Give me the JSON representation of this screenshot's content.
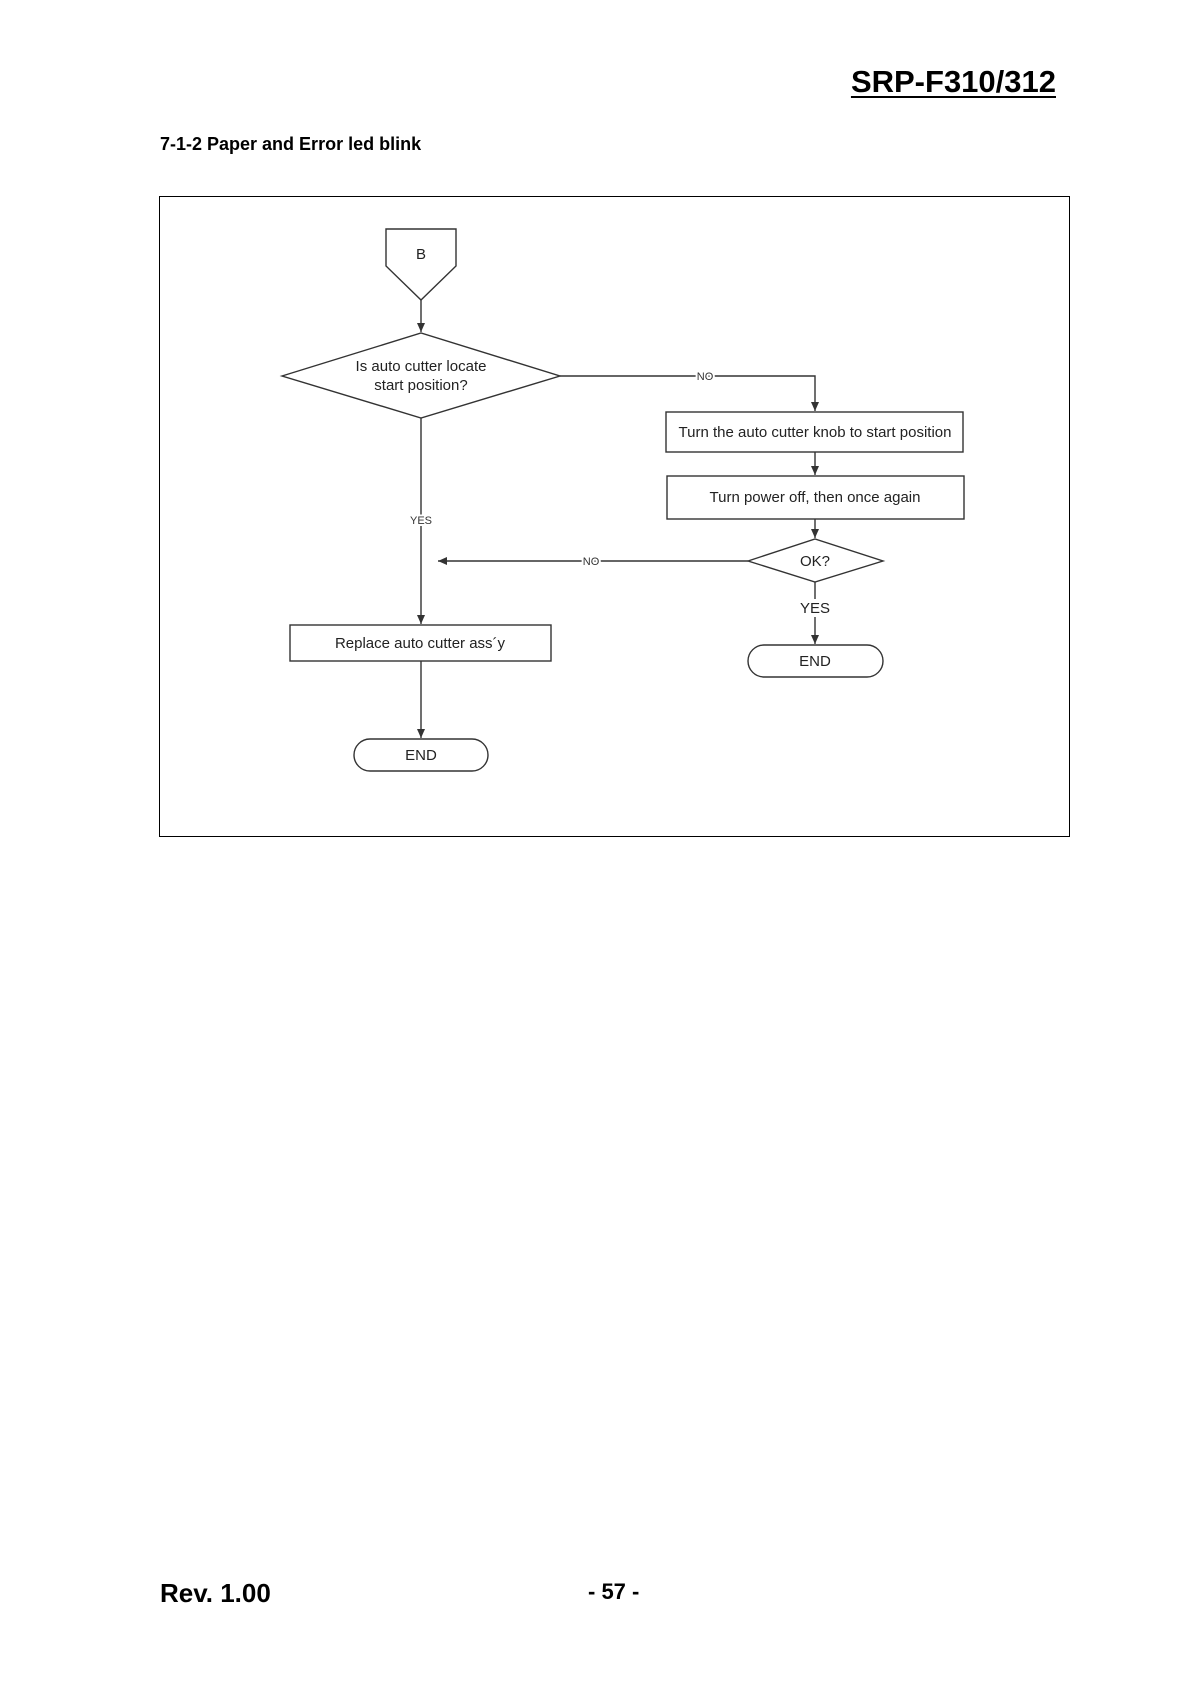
{
  "header": {
    "model": "SRP-F310/312"
  },
  "section": {
    "title": "7-1-2 Paper and Error led blink"
  },
  "flowchart": {
    "connector": "B",
    "decision_1": {
      "line_1": "Is auto cutter locate",
      "line_2": "start position?"
    },
    "decision_1_no": "NO",
    "decision_1_yes": "YES",
    "step_1": "Turn the auto cutter knob to start position",
    "step_2": "Turn power off, then once again",
    "decision_2": "OK?",
    "decision_2_no": "NO",
    "decision_2_yes": "YES",
    "end_right": "END",
    "step_replace": "Replace auto cutter ass´y",
    "end_left": "END"
  },
  "footer": {
    "revision": "Rev. 1.00",
    "page": "- 57 -"
  }
}
